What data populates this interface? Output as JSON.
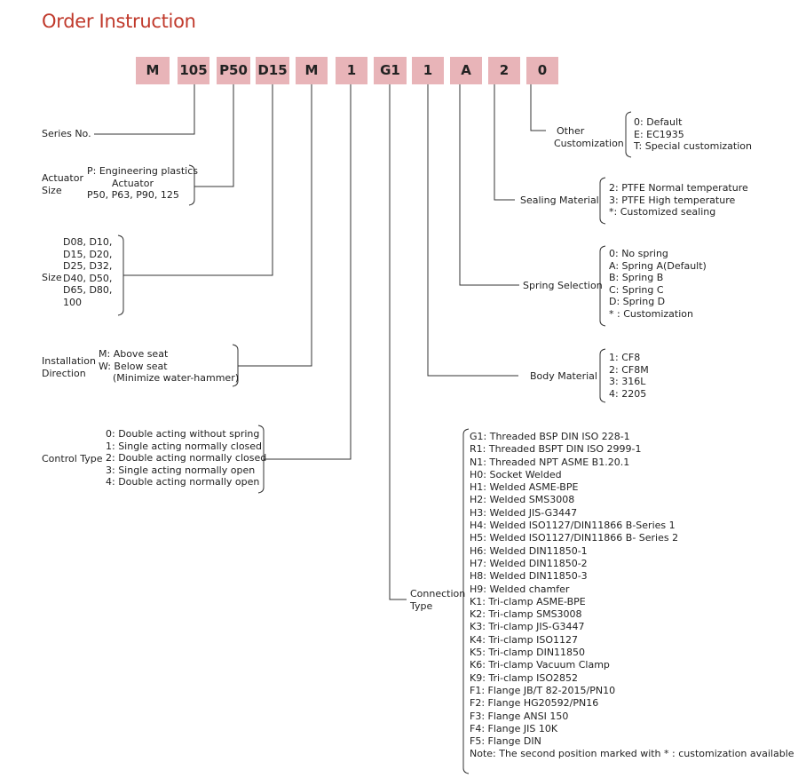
{
  "title": "Order Instruction",
  "codes": [
    "M",
    "105",
    "P50",
    "D15",
    "M",
    "1",
    "G1",
    "1",
    "A",
    "2",
    "0"
  ],
  "series": {
    "label": "Series No."
  },
  "actuator": {
    "label": [
      "Actuator",
      "Size"
    ],
    "items": [
      "P: Engineering plastics",
      "Actuator",
      "P50, P63, P90, 125"
    ]
  },
  "size": {
    "label": "Size",
    "items": [
      "D08, D10,",
      "D15, D20,",
      "D25, D32,",
      "D40, D50,",
      "D65, D80,",
      "100"
    ]
  },
  "installation": {
    "label": [
      "Installation",
      "Direction"
    ],
    "items": [
      "M: Above seat",
      "W: Below seat",
      "(Minimize water-hammer)"
    ]
  },
  "control": {
    "label": "Control Type",
    "items": [
      "0: Double acting without spring",
      "1: Single acting normally closed",
      "2: Double acting normally closed",
      "3: Single acting normally open",
      "4: Double acting normally open"
    ]
  },
  "other": {
    "label": [
      "Other",
      "Customization"
    ],
    "items": [
      "0: Default",
      "E: EC1935",
      "T: Special customization"
    ]
  },
  "sealing": {
    "label": "Sealing Material",
    "items": [
      "2: PTFE Normal temperature",
      "3: PTFE High temperature",
      "*: Customized sealing"
    ]
  },
  "spring": {
    "label": "Spring Selection",
    "items": [
      "0: No spring",
      "A: Spring A(Default)",
      "B: Spring B",
      "C: Spring C",
      "D: Spring D",
      "* : Customization"
    ]
  },
  "body": {
    "label": "Body Material",
    "items": [
      "1: CF8",
      "2: CF8M",
      "3: 316L",
      "4: 2205"
    ]
  },
  "connection": {
    "label": [
      "Connection",
      "Type"
    ],
    "items": [
      "G1: Threaded BSP DIN ISO 228-1",
      "R1: Threaded BSPT DIN ISO 2999-1",
      "N1: Threaded NPT ASME B1.20.1",
      "H0: Socket Welded",
      "H1: Welded ASME-BPE",
      "H2: Welded SMS3008",
      "H3: Welded JIS-G3447",
      "H4: Welded ISO1127/DIN11866 B-Series 1",
      "H5: Welded ISO1127/DIN11866 B- Series 2",
      "H6: Welded DIN11850-1",
      "H7: Welded DIN11850-2",
      "H8: Welded DIN11850-3",
      "H9: Welded chamfer",
      "K1: Tri-clamp ASME-BPE",
      "K2: Tri-clamp SMS3008",
      "K3: Tri-clamp JIS-G3447",
      "K4: Tri-clamp ISO1127",
      "K5: Tri-clamp DIN11850",
      "K6: Tri-clamp Vacuum Clamp",
      "K9: Tri-clamp ISO2852",
      "F1: Flange JB/T 82-2015/PN10",
      "F2: Flange HG20592/PN16",
      "F3: Flange ANSI 150",
      "F4: Flange JIS 10K",
      "F5: Flange DIN",
      "Note: The second position marked with * : customization available"
    ]
  }
}
